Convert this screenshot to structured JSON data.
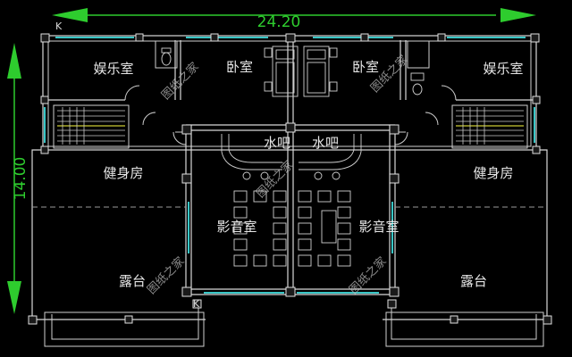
{
  "dimensions": {
    "width_label": "24.20",
    "height_label": "14.00"
  },
  "rooms": {
    "entertainment_left": "娱乐室",
    "entertainment_right": "娱乐室",
    "bedroom_left": "卧室",
    "bedroom_right": "卧室",
    "water_bar_left": "水吧",
    "water_bar_right": "水吧",
    "gym_left": "健身房",
    "gym_right": "健身房",
    "theater_left": "影音室",
    "theater_right": "影音室",
    "terrace_left": "露台",
    "terrace_right": "露台"
  },
  "markers": {
    "top_left": "K",
    "bottom_left": "K"
  },
  "watermark": "图纸之家",
  "colors": {
    "background": "#000000",
    "dimension": "#2ecc2e",
    "walls": "#d8d8d8",
    "windows": "#39c6c6",
    "handrail": "#cccc33"
  }
}
